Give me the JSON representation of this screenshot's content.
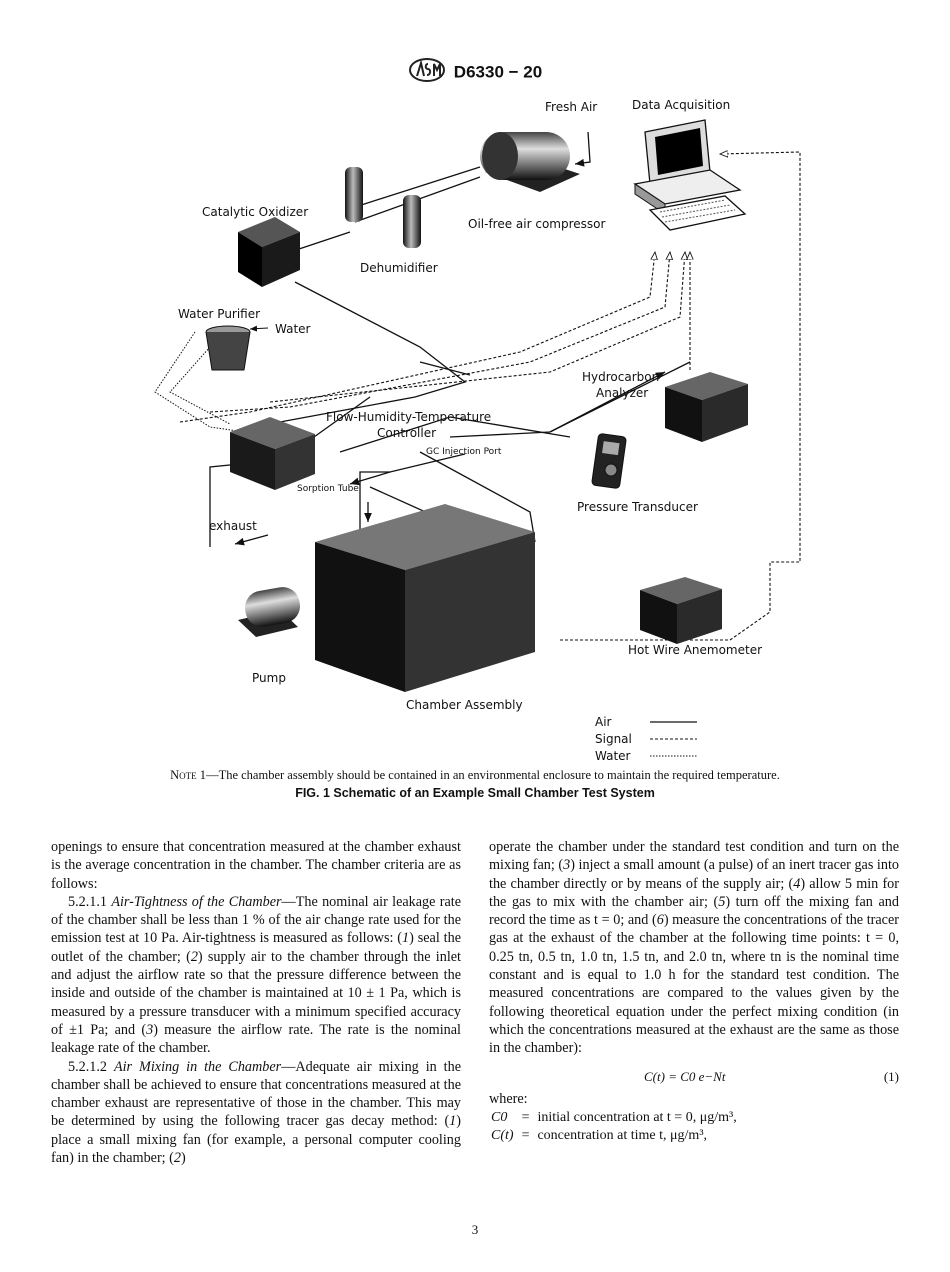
{
  "header": {
    "code": "D6330 − 20"
  },
  "figure": {
    "labels": {
      "fresh_air": "Fresh Air",
      "data_acquisition": "Data Acquisition",
      "catalytic_oxidizer": "Catalytic Oxidizer",
      "oil_free_compressor": "Oil-free air compressor",
      "dehumidifier": "Dehumidifier",
      "water_purifier": "Water Purifier",
      "water": "Water",
      "hydrocarbon_analyzer_1": "Hydrocarbon",
      "hydrocarbon_analyzer_2": "Analyzer",
      "flow_controller_1": "Flow-Humidity-Temperature",
      "flow_controller_2": "Controller",
      "gc_injection_port": "GC Injection Port",
      "sorption_tube": "Sorption Tube",
      "pressure_transducer": "Pressure Transducer",
      "exhaust": "exhaust",
      "hot_wire_anemometer": "Hot Wire Anemometer",
      "pump": "Pump",
      "chamber_assembly": "Chamber Assembly"
    },
    "legend": {
      "air": "Air",
      "signal": "Signal",
      "water": "Water"
    },
    "note_prefix": "Note 1",
    "note_text": "—The chamber assembly should be contained in an environmental enclosure to maintain the required temperature.",
    "caption": "FIG. 1 Schematic of an Example Small Chamber Test System"
  },
  "body": {
    "left": {
      "p1": "openings to ensure that concentration measured at the chamber exhaust is the average concentration in the chamber. The chamber criteria are as follows:",
      "p2_num": "5.2.1.1 ",
      "p2_title": "Air-Tightness of the Chamber",
      "p2_text_a": "—The nominal air leakage rate of the chamber shall be less than 1 % of the air change rate used for the emission test at 10 Pa. Air-tightness is measured as follows: (",
      "p2_n1": "1",
      "p2_text_b": ") seal the outlet of the chamber; (",
      "p2_n2": "2",
      "p2_text_c": ") supply air to the chamber through the inlet and adjust the airflow rate so that the pressure difference between the inside and outside of the chamber is maintained at 10 ± 1 Pa, which is measured by a pressure transducer with a minimum specified accuracy of ±1 Pa; and (",
      "p2_n3": "3",
      "p2_text_d": ") measure the airflow rate. The rate is the nominal leakage rate of the chamber.",
      "p3_num": "5.2.1.2 ",
      "p3_title": "Air Mixing in the Chamber",
      "p3_text_a": "—Adequate air mixing in the chamber shall be achieved to ensure that concentrations measured at the chamber exhaust are representative of those in the chamber. This may be determined by using the following tracer gas decay method: (",
      "p3_n1": "1",
      "p3_text_b": ") place a small mixing fan (for example, a personal computer cooling fan) in the chamber; (",
      "p3_n2": "2",
      "p3_text_c": ")"
    },
    "right": {
      "t1": "operate the chamber under the standard test condition and turn on the mixing fan; (",
      "n3": "3",
      "t2": ") inject a small amount (a pulse) of an inert tracer gas into the chamber directly or by means of the supply air; (",
      "n4": "4",
      "t3": ") allow 5 min for the gas to mix with the chamber air; (",
      "n5": "5",
      "t4": ") turn off the mixing fan and record the time as t = 0; and (",
      "n6": "6",
      "t5": ") measure the concentrations of the tracer gas at the exhaust of the chamber at the following time points: t = 0, 0.25 tn, 0.5 tn, 1.0 tn, 1.5 tn, and 2.0 tn, where tn is the nominal time constant and is equal to 1.0 h for the standard test condition. The measured concentrations are compared to the values given by the following theoretical equation under the perfect mixing condition (in which the concentrations measured at the exhaust are the same as those in the chamber):",
      "equation": "C(t) = C0 e−Nt",
      "equation_number": "(1)",
      "where": "where:",
      "defs": [
        {
          "sym": "C0",
          "eq": "=",
          "desc": "initial concentration at t = 0, μg/m³,"
        },
        {
          "sym": "C(t)",
          "eq": "=",
          "desc": "concentration at time t, μg/m³,"
        }
      ]
    }
  },
  "page_number": "3"
}
